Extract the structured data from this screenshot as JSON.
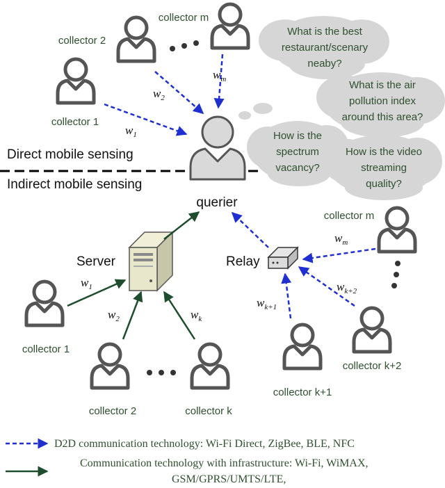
{
  "sections": {
    "direct": "Direct mobile sensing",
    "indirect": "Indirect mobile sensing"
  },
  "querier_label": "querier",
  "server_label": "Server",
  "relay_label": "Relay",
  "clouds": [
    {
      "lines": [
        "What is the best",
        "restaurant/scenary",
        "neaby?"
      ]
    },
    {
      "lines": [
        "What is the air",
        "pollution index",
        "around this area?"
      ]
    },
    {
      "lines": [
        "How is the",
        "spectrum",
        "vacancy?"
      ]
    },
    {
      "lines": [
        "How is the video",
        "streaming",
        "quality?"
      ]
    }
  ],
  "direct_collectors": [
    "collector 1",
    "collector 2",
    "collector m"
  ],
  "server_collectors": [
    "collector 1",
    "collector 2",
    "collector k"
  ],
  "relay_collectors": [
    "collector m",
    "collector k+2",
    "collector k+1"
  ],
  "weights": {
    "w": "w",
    "sub_1": "1",
    "sub_2": "2",
    "sub_m": "m",
    "sub_k": "k",
    "sub_k1": "k+1",
    "sub_k2": "k+2"
  },
  "legend": {
    "d2d": "D2D communication technology: Wi-Fi Direct, ZigBee, BLE, NFC",
    "infra_line1": "Communication technology with infrastructure: Wi-Fi, WiMAX,",
    "infra_line2": "GSM/GPRS/UMTS/LTE,"
  },
  "colors": {
    "d2d_arrow": "#1f2fd0",
    "infra_arrow": "#1d4d2d",
    "text_green": "#2f4f2f",
    "cloud": "#d6d6d6"
  }
}
